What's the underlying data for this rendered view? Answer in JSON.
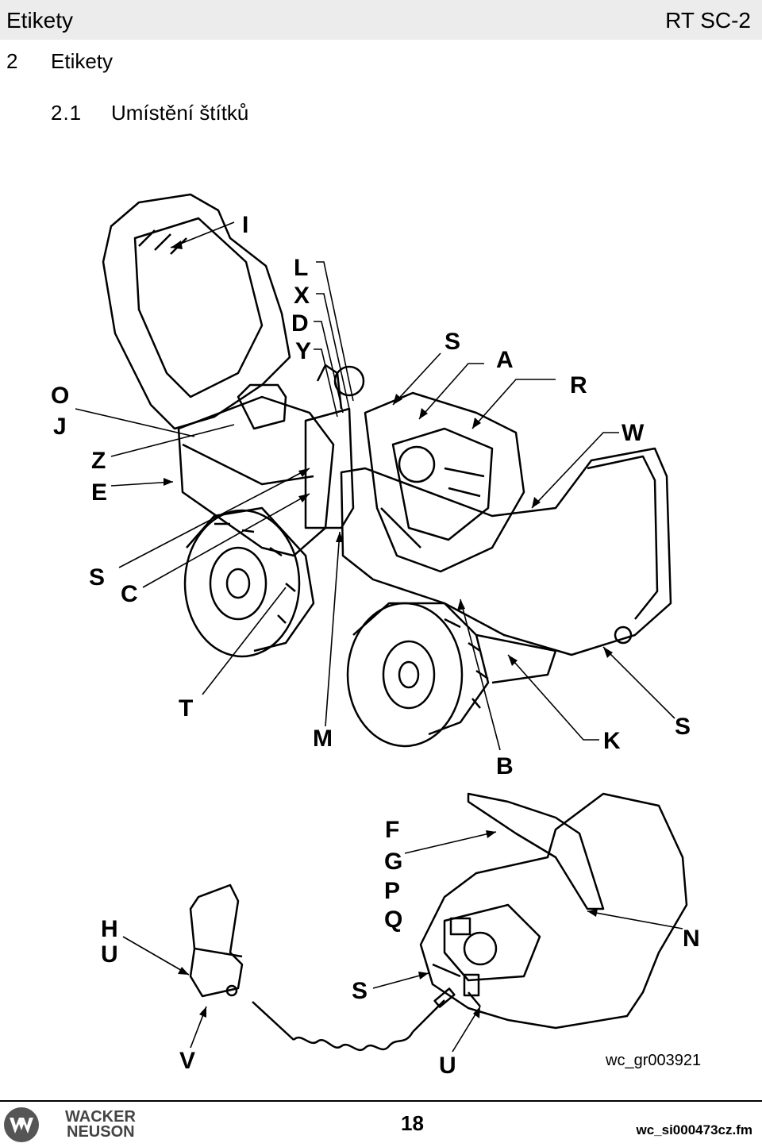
{
  "header": {
    "left_title": "Etikety",
    "right_title": "RT SC-2"
  },
  "section": {
    "number": "2",
    "title": "Etikety"
  },
  "subsection": {
    "number": "2.1",
    "title": "Umístění štítků"
  },
  "figure": {
    "callouts": [
      "I",
      "L",
      "X",
      "D",
      "Y",
      "S",
      "A",
      "R",
      "W",
      "O",
      "J",
      "Z",
      "E",
      "S",
      "C",
      "T",
      "M",
      "B",
      "K",
      "S",
      "F",
      "G",
      "P",
      "Q",
      "H",
      "U",
      "N",
      "S",
      "V",
      "U"
    ],
    "figure_id": "wc_gr003921"
  },
  "footer": {
    "logo_line1": "WACKER",
    "logo_line2": "NEUSON",
    "page_number": "18",
    "document_id": "wc_si000473cz.fm"
  }
}
